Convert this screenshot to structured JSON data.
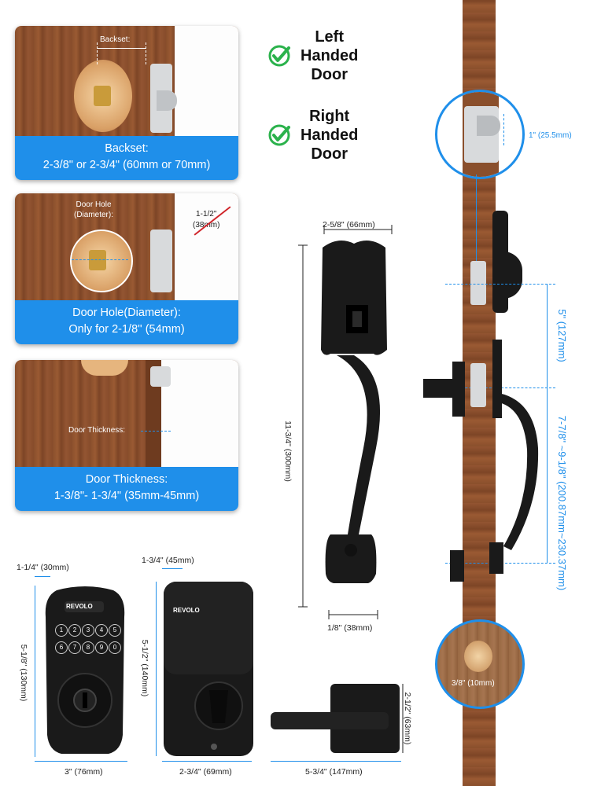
{
  "cards": {
    "backset": {
      "photo_label": "Backset:",
      "caption_title": "Backset:",
      "caption_value": "2-3/8\" or 2-3/4\" (60mm or 70mm)"
    },
    "door_hole": {
      "photo_label_line1": "Door Hole",
      "photo_label_line2": "(Diameter):",
      "crossed_line1": "1-1/2\"",
      "crossed_line2": "(38mm)",
      "caption_title": "Door Hole(Diameter):",
      "caption_value": "Only for 2-1/8'' (54mm)"
    },
    "thickness": {
      "photo_label": "Door Thickness:",
      "caption_title": "Door Thickness:",
      "caption_value": "1-3/8\"- 1-3/4\" (35mm-45mm)"
    }
  },
  "handed": {
    "left_line1": "Left",
    "left_line2": "Handed",
    "left_line3": "Door",
    "right_line1": "Right",
    "right_line2": "Handed",
    "right_line3": "Door"
  },
  "handleset": {
    "width_top": "2-5/8\" (66mm)",
    "height": "11-3/4\" (300mm)",
    "width_bottom": "1/8\" (38mm)"
  },
  "door_side": {
    "latch_face": "1\" (25.5mm)",
    "spacing": "5\" (127mm)",
    "handle_span": "7-7/8\" ~9-1/8\" (200.87mm~230.37mm)",
    "hole_size": "3/8\" (10mm)"
  },
  "keypad": {
    "depth": "1-1/4\" (30mm)",
    "height": "5-1/8\" (130mm)",
    "width": "3\" (76mm)",
    "brand": "REVOLO",
    "keys": [
      "1",
      "2",
      "3",
      "4",
      "5",
      "6",
      "7",
      "8",
      "9",
      "0"
    ]
  },
  "interior": {
    "depth": "1-3/4\" (45mm)",
    "height": "5-1/2\" (140mm)",
    "width": "2-3/4\" (69mm)",
    "brand": "REVOLO"
  },
  "lever": {
    "height": "2-1/2\" (63mm)",
    "width": "5-3/4\" (147mm)"
  },
  "colors": {
    "accent_blue": "#1f8fea",
    "check_green": "#2bb24c",
    "wood": "#8a4f2c",
    "hardware_black": "#1a1a1a"
  }
}
